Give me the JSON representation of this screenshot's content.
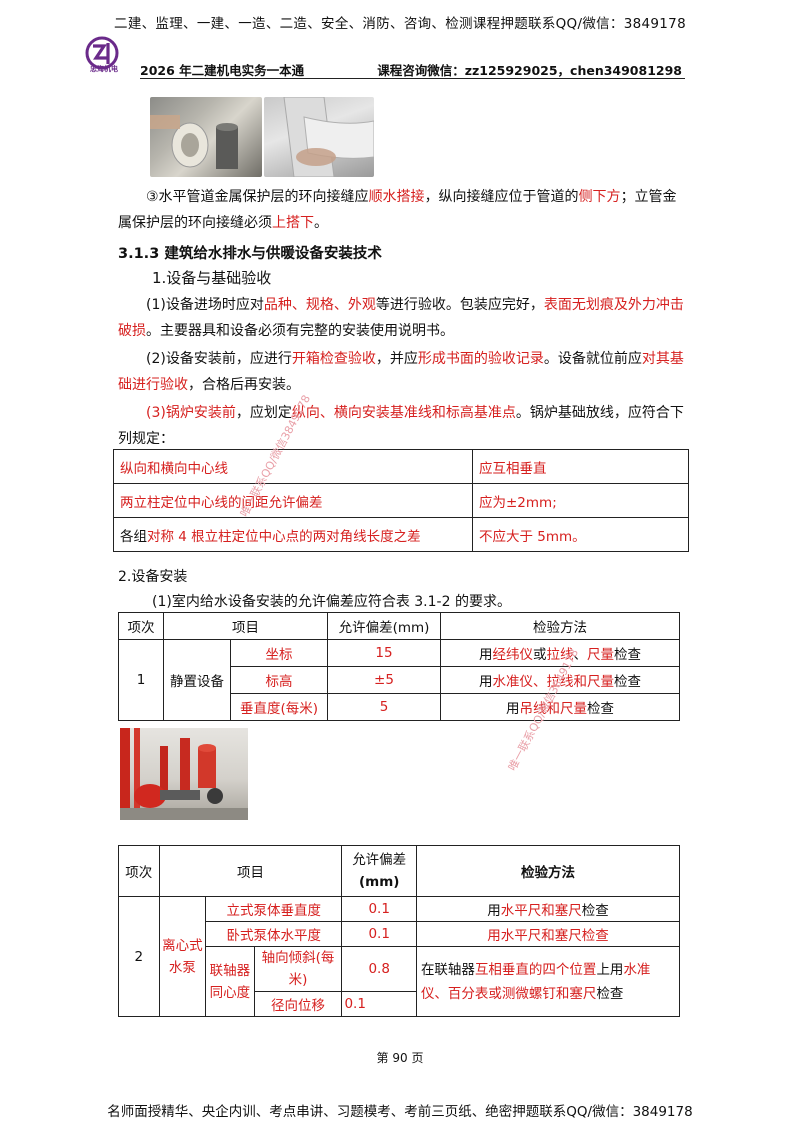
{
  "top_banner": "二建、监理、一建、一造、二造、安全、消防、咨询、检测课程押题联系QQ/微信：3849178",
  "logo_text": "忠海机电",
  "header": {
    "left": "2026 年二建机电实务一本通",
    "right": "课程咨询微信：zz125929025，chen349081298"
  },
  "para1": {
    "p1": "③水平管道金属保护层的环向接缝应",
    "r1": "顺水搭接",
    "p2": "，纵向接缝应位于管道的",
    "r2": "侧下方",
    "p3": "；立管金属保护层的环向接缝必须",
    "r3": "上搭下",
    "p4": "。"
  },
  "section_title": "3.1.3 建筑给水排水与供暖设备安装技术",
  "sub_title1": "1.设备与基础验收",
  "para2": {
    "p1": "(1)设备进场时应对",
    "r1": "品种、规格、外观",
    "p2": "等进行验收。包装应完好，",
    "r2": "表面无划痕及外力冲击破损",
    "p3": "。主要器具和设备必须有完整的安装使用说明书。"
  },
  "para3": {
    "p1": "(2)设备安装前，应进行",
    "r1": "开箱检查验收",
    "p2": "，并应",
    "r2": "形成书面的验收记录",
    "p3": "。设备就位前应",
    "r3": "对其基础进行验收",
    "p4": "，合格后再安装。"
  },
  "para4": {
    "r1": "(3)锅炉安装前",
    "p1": "，应划定",
    "r2": "纵向、横向安装基准线和标高基准点",
    "p2": "。锅炉基础放线，应符合下列规定："
  },
  "table1": [
    {
      "c1": "纵向和横向中心线",
      "c2": "应互相垂直"
    },
    {
      "c1": "两立柱定位中心线的间距允许偏差",
      "c2": "应为±2mm;"
    },
    {
      "c1_pre": "各组",
      "c1_red": "对称 4 根立柱定位中心点的两对角线长度之差",
      "c2": "不应大于 5mm。"
    }
  ],
  "sub_title2": "2.设备安装",
  "para5": "(1)室内给水设备安装的允许偏差应符合表 3.1-2 的要求。",
  "table2": {
    "headers": [
      "项次",
      "项目",
      "允许偏差(mm)",
      "检验方法"
    ],
    "index": "1",
    "group": "静置设备",
    "rows": [
      {
        "item": "坐标",
        "tol": "15",
        "m_pre": "用",
        "m_r1": "经纬仪",
        "m_mid1": "或",
        "m_r2": "拉线",
        "m_mid2": "、",
        "m_r3": "尺量",
        "m_post": "检查"
      },
      {
        "item": "标高",
        "tol": "±5",
        "m_pre": "用",
        "m_r1": "水准仪、拉线和尺量",
        "m_mid1": "",
        "m_r2": "",
        "m_mid2": "",
        "m_r3": "",
        "m_post": "检查"
      },
      {
        "item": "垂直度(每米)",
        "tol": "5",
        "m_pre": "用",
        "m_r1": "吊线和尺量",
        "m_mid1": "",
        "m_r2": "",
        "m_mid2": "",
        "m_r3": "",
        "m_post": "检查"
      }
    ]
  },
  "table3": {
    "h1": "项次",
    "h2": "项目",
    "h3a": "允许偏差",
    "h3b": "(mm)",
    "h4": "检验方法",
    "index": "2",
    "group_a": "离心式",
    "group_b": "水泵",
    "row1": {
      "item": "立式泵体垂直度",
      "tol": "0.1",
      "m_pre": "用",
      "m_red": "水平尺和塞尺",
      "m_post": "检查"
    },
    "row2": {
      "item": "卧式泵体水平度",
      "tol": "0.1",
      "m_red": "用水平尺和塞尺检查"
    },
    "sub_a": "联轴器",
    "sub_b": "同心度",
    "row3": {
      "item_a": "轴向倾斜(每",
      "item_b": "米)",
      "tol": "0.8"
    },
    "row4": {
      "item": "径向位移",
      "tol": "0.1"
    },
    "method": {
      "p1": "在联轴器",
      "r1": "互相垂直的四个位置",
      "p2": "上用",
      "r2": "水准仪、百分表或测微螺钉和塞尺",
      "p3": "检查"
    }
  },
  "watermark1": "唯一联系QQ/微信3849178",
  "watermark2": "唯一联系QQ/微信3849178",
  "page_number": "第 90 页",
  "bottom_banner": "名师面授精华、央企内训、考点串讲、习题模考、考前三页纸、绝密押题联系QQ/微信：3849178"
}
